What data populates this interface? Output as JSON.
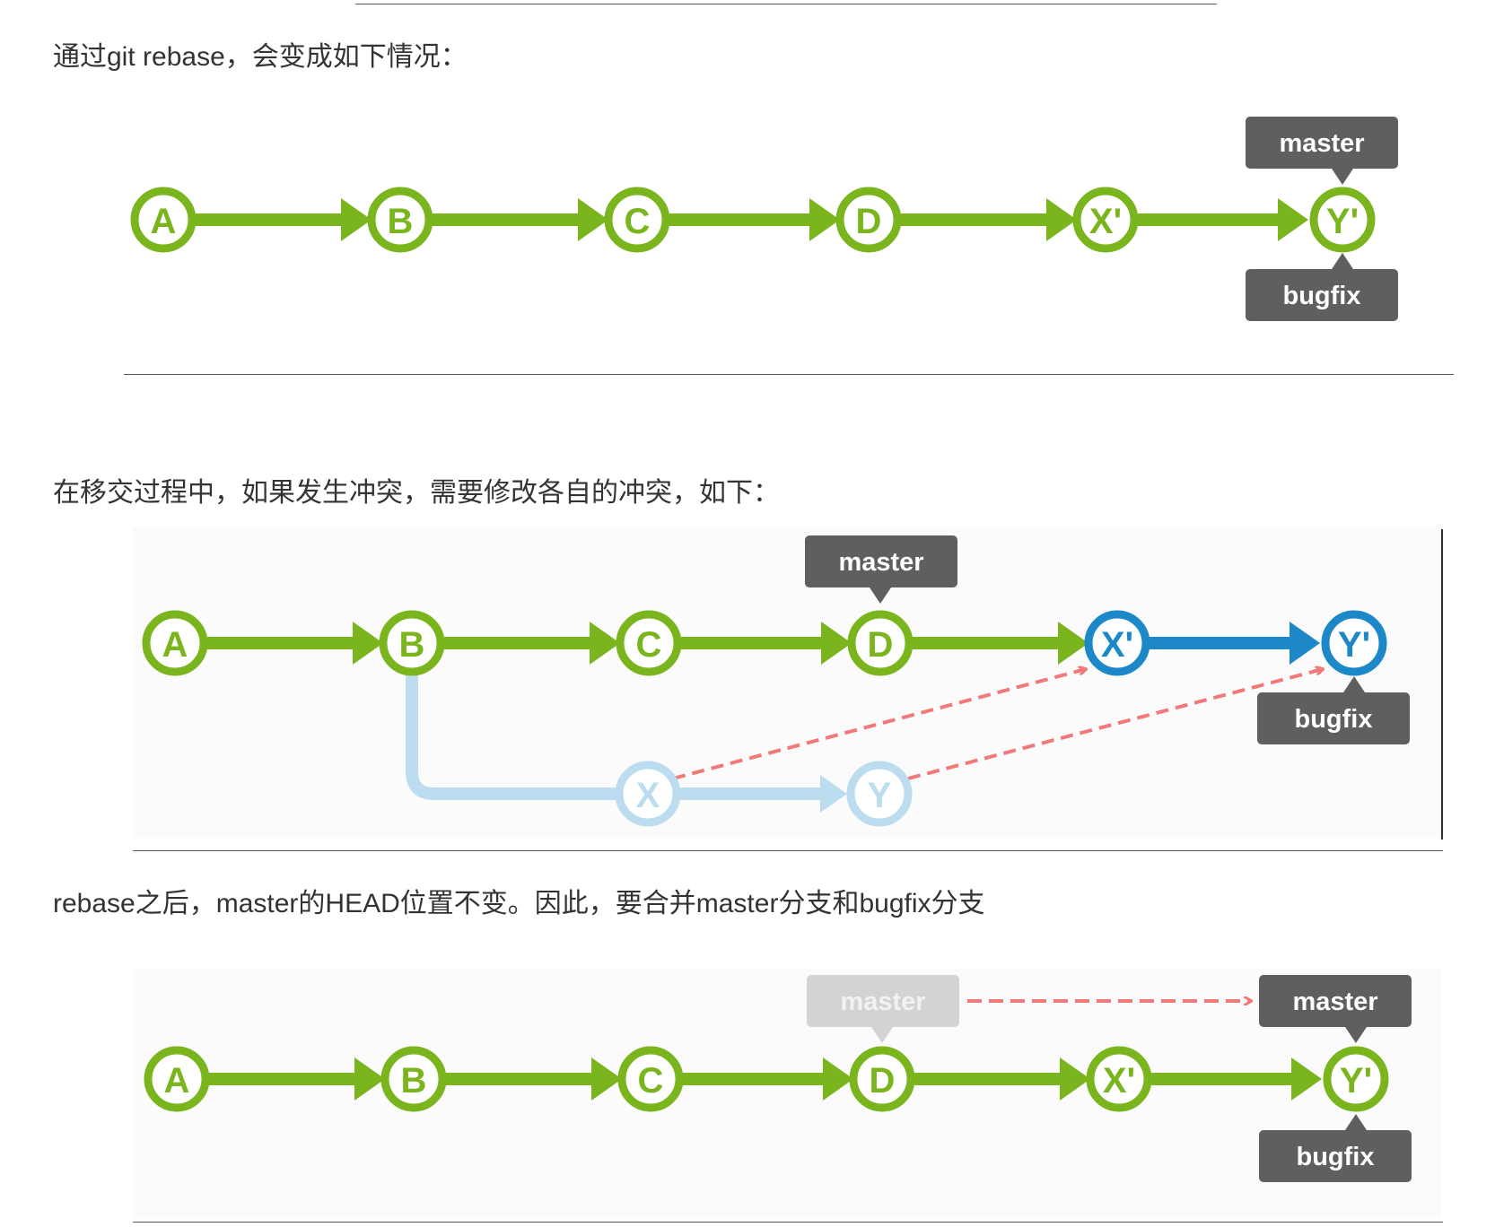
{
  "paragraphs": {
    "p1": "通过git rebase，会变成如下情况：",
    "p2": "在移交过程中，如果发生冲突，需要修改各自的冲突，如下：",
    "p3": "rebase之后，master的HEAD位置不变。因此，要合并master分支和bugfix分支"
  },
  "colors": {
    "green": "#7ab51d",
    "blue": "#1c88c7",
    "light_blue": "#bcdcef",
    "tag": "#5f5f5f",
    "tag_faded": "#d3d3d3",
    "red_dash": "#f07a7a"
  },
  "diagrams": {
    "d1": {
      "nodes": [
        "A",
        "B",
        "C",
        "D",
        "X'",
        "Y'"
      ],
      "tags": {
        "master": "master",
        "bugfix": "bugfix"
      }
    },
    "d2": {
      "nodes": [
        "A",
        "B",
        "C",
        "D",
        "X'",
        "Y'"
      ],
      "old_nodes": [
        "X",
        "Y"
      ],
      "tags": {
        "master": "master",
        "bugfix": "bugfix"
      }
    },
    "d3": {
      "nodes": [
        "A",
        "B",
        "C",
        "D",
        "X'",
        "Y'"
      ],
      "tags": {
        "master_old": "master",
        "master": "master",
        "bugfix": "bugfix"
      }
    }
  }
}
